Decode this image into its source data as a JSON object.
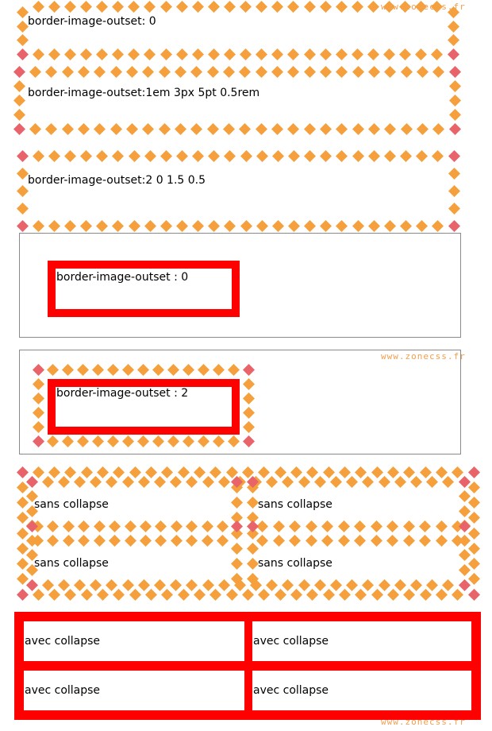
{
  "watermark": "www.zonecss.fr",
  "colors": {
    "diamond": "#f5a03c",
    "corner": "#e8636a",
    "red": "#ff0000",
    "frame": "#8a8a8a"
  },
  "examples": {
    "ex1": "border-image-outset: 0",
    "ex2": "border-image-outset:1em 3px 5pt 0.5rem",
    "ex3": "border-image-outset:2 0 1.5 0.5",
    "ex4": "border-image-outset : 0",
    "ex5": "border-image-outset : 2"
  },
  "table_separate": {
    "cells": [
      "sans collapse",
      "sans collapse",
      "sans collapse",
      "sans collapse"
    ]
  },
  "table_collapse": {
    "cells": [
      "avec collapse",
      "avec collapse",
      "avec collapse",
      "avec collapse"
    ]
  }
}
